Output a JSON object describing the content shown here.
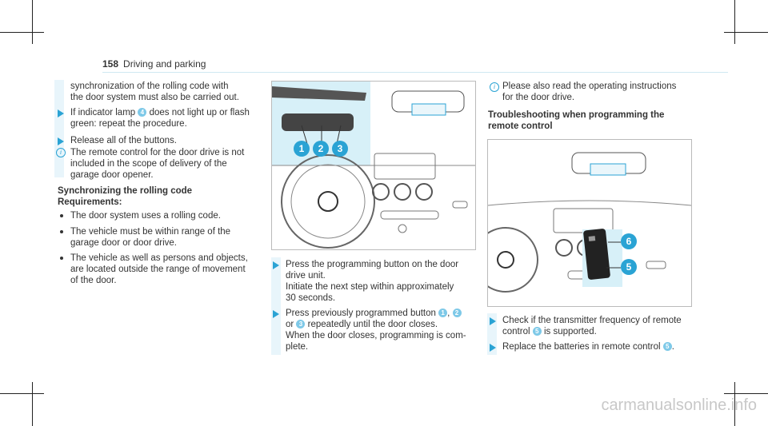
{
  "header": {
    "page_number": "158",
    "section": "Driving and parking"
  },
  "left": {
    "intro_lines": [
      "synchronization of the rolling code with",
      "the door system must also be carried out."
    ],
    "step1_lines": [
      "If indicator lamp",
      "does not light up or flash",
      "green: repeat the procedure."
    ],
    "step1_badge": "4",
    "step2": "Release all of the buttons.",
    "note_lines": [
      "The remote control for the door drive is not",
      "included in the scope of delivery of the",
      "garage door opener."
    ],
    "heading": "Synchronizing the rolling code",
    "requirements": "Requirements:",
    "bullets": [
      [
        "The door system uses a rolling code."
      ],
      [
        "The vehicle must be within range of the",
        "garage door or door drive."
      ],
      [
        "The vehicle as well as persons and objects,",
        "are located outside the range of movement",
        "of the door."
      ]
    ]
  },
  "middle": {
    "fig_labels": [
      "1",
      "2",
      "3"
    ],
    "step1_lines": [
      "Press the programming button on the door",
      "drive unit.",
      "Initiate the next step within approximately",
      "30 seconds."
    ],
    "step2_line1_a": "Press previously programmed button",
    "step2_badges": [
      "1",
      "2"
    ],
    "step2_line2_a": "or",
    "step2_badge3": "3",
    "step2_line2_b": "repeatedly until the door closes.",
    "step2_lines_rest": [
      "When the door closes, programming is com-",
      "plete."
    ]
  },
  "right": {
    "note_lines": [
      "Please also read the operating instructions",
      "for the door drive."
    ],
    "heading_lines": [
      "Troubleshooting when programming the",
      "remote control"
    ],
    "fig_labels": [
      "6",
      "5"
    ],
    "step1_lines": [
      "Check if the transmitter frequency of remote",
      "is supported."
    ],
    "step1_prefix": "control",
    "step1_badge": "5",
    "step2_text": "Replace the batteries in remote control",
    "step2_badge": "5"
  },
  "footer": {
    "watermark": "carmanualsonline.info"
  }
}
